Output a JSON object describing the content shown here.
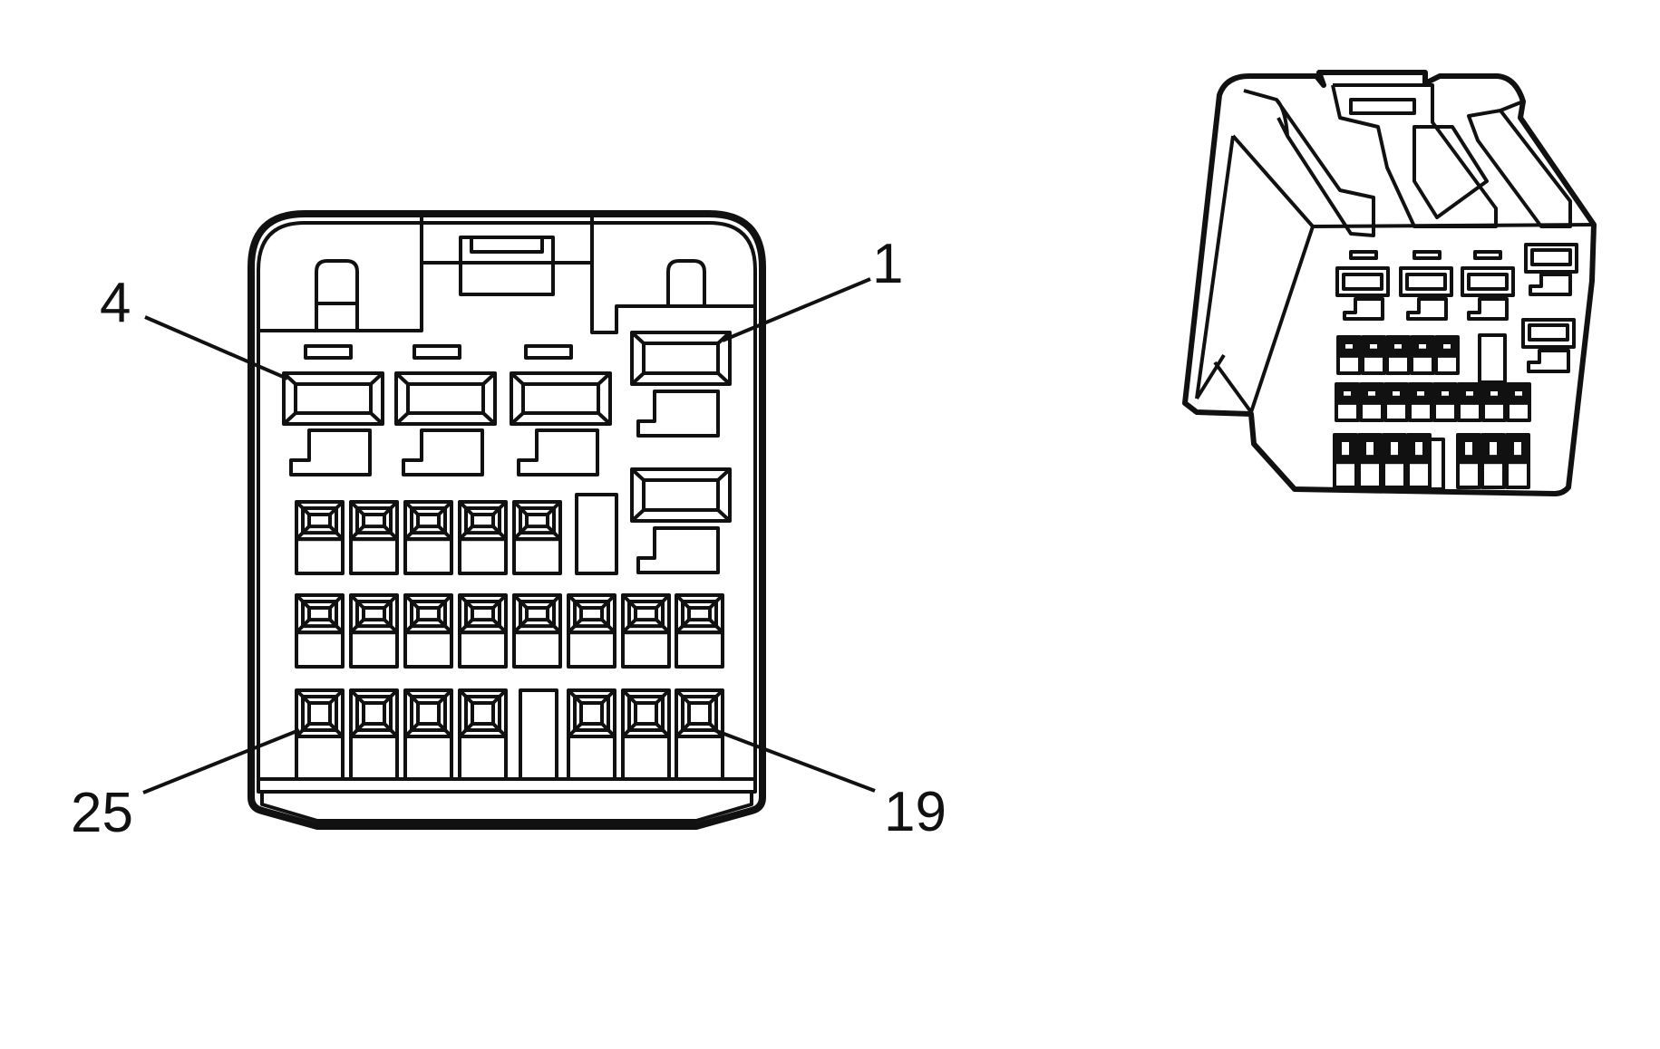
{
  "diagram": {
    "pin_labels": {
      "pin_1": "1",
      "pin_4": "4",
      "pin_19": "19",
      "pin_25": "25"
    },
    "colors": {
      "stroke": "#111111",
      "background": "#ffffff"
    }
  }
}
